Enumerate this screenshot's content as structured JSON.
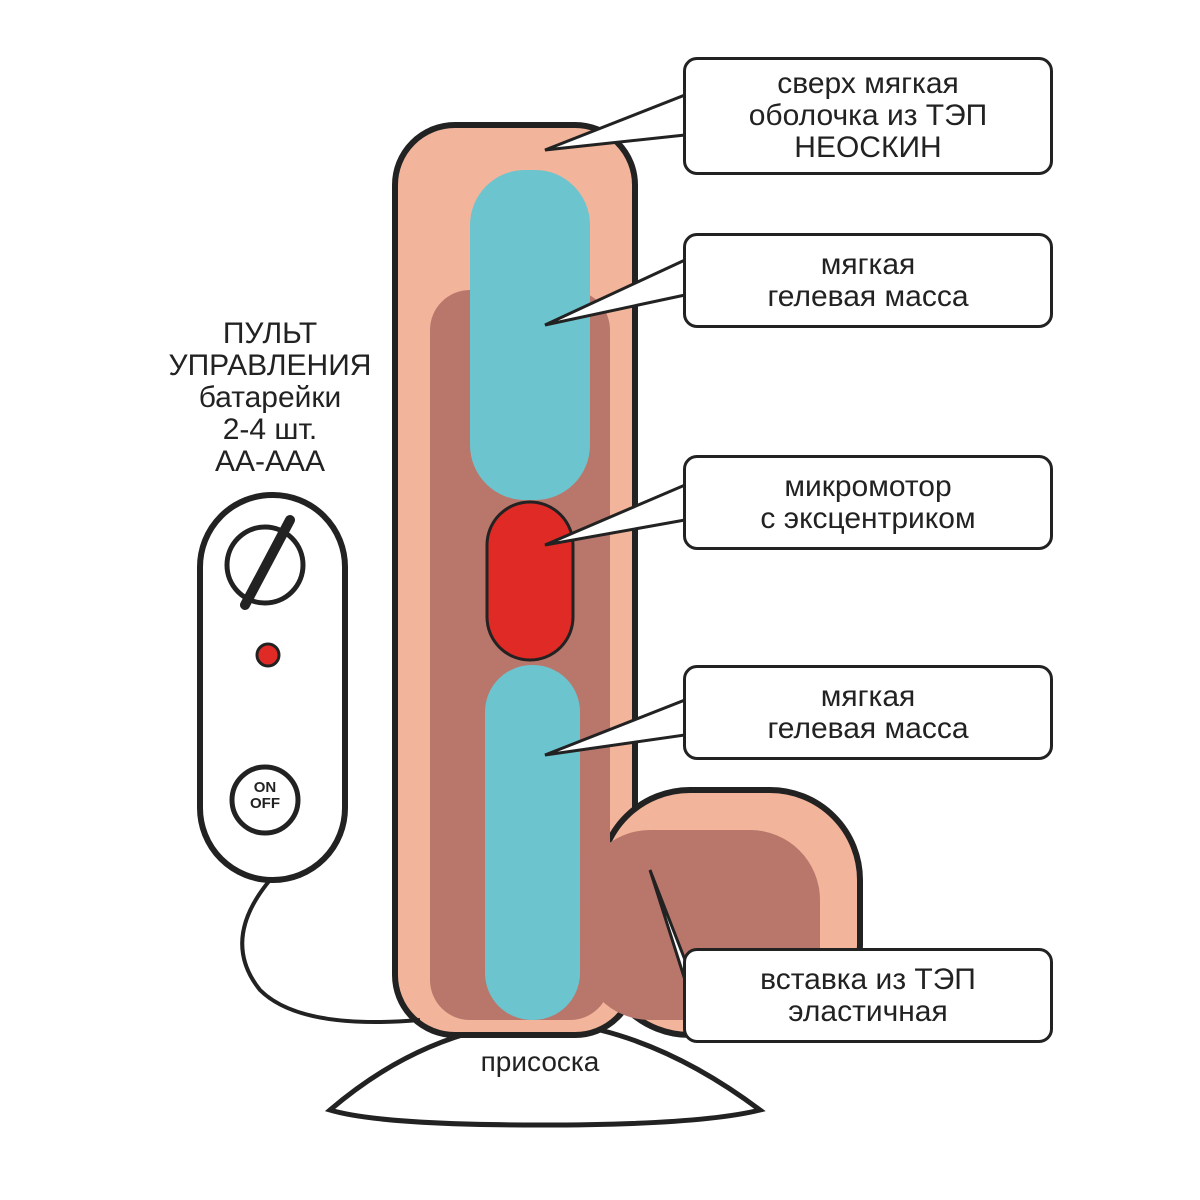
{
  "diagram": {
    "title_remote": "ПУЛЬТ\nУПРАВЛЕНИЯ\nбатарейки\n2-4 шт.\nАА-ААА",
    "callouts": [
      {
        "id": "outer-shell",
        "text": "сверх мягкая\nоболочка из ТЭП\nНЕОСКИН"
      },
      {
        "id": "gel-upper",
        "text": "мягкая\nгелевая масса"
      },
      {
        "id": "motor",
        "text": "микромотор\nс эксцентриком"
      },
      {
        "id": "gel-lower",
        "text": "мягкая\nгелевая масса"
      },
      {
        "id": "insert",
        "text": "вставка из ТЭП\nэластичная"
      }
    ],
    "base_label": "присоска",
    "remote": {
      "button_label": "ON\nOFF",
      "indicator": "red-led",
      "dial": "speed-dial"
    },
    "colors": {
      "shell": "#f2b49a",
      "insert": "#b9776c",
      "gel": "#6cc4cf",
      "motor": "#e02a26",
      "motor_stripe": "#f08a2a",
      "outline": "#222222"
    }
  }
}
